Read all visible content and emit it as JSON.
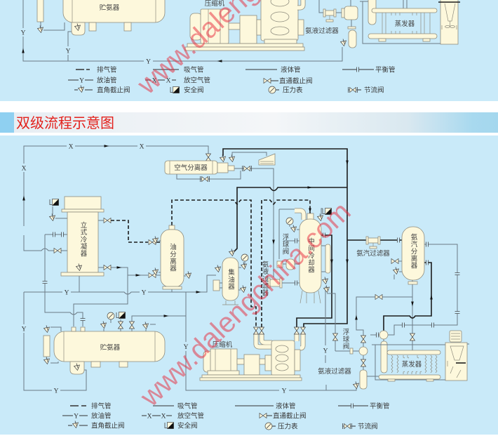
{
  "page": {
    "section_title": "双级流程示意图"
  },
  "top_diagram": {
    "labels": {
      "receiver": "贮氨器",
      "compressor": "压缩机",
      "liquid_filter": "氨液过滤器",
      "evaporator": "蒸发器"
    }
  },
  "bottom_diagram": {
    "labels": {
      "air_separator": "空气分离器",
      "vertical_condenser": "立式冷凝器",
      "oil_separator": "油分离器",
      "oil_collector": "集油器",
      "liquid_filter_vertical": "氨液过滤器",
      "intercooler": "中间冷却器",
      "float_valve_intercooler": "浮球阀",
      "vapor_filter": "氨汽过滤器",
      "vapor_separator": "氨汽分离器",
      "receiver": "贮氨器",
      "compressor": "压缩机",
      "float_valve_evaporator": "浮球阀",
      "liquid_filter": "氨液过滤器",
      "evaporator": "蒸发器"
    }
  },
  "pipe_marks": {
    "oil_drain": "Y",
    "air_purge": "X"
  },
  "legend": [
    {
      "icon": "discharge-pipe-icon",
      "label": "排气管"
    },
    {
      "icon": "oil-drain-pipe-icon",
      "label": "放油管"
    },
    {
      "icon": "angle-stop-valve-icon",
      "label": "直角截止阀"
    },
    {
      "icon": "suction-pipe-icon",
      "label": "吸气管"
    },
    {
      "icon": "air-purge-pipe-icon",
      "label": "放空气管"
    },
    {
      "icon": "safety-valve-icon",
      "label": "安全阀"
    },
    {
      "icon": "liquid-pipe-icon",
      "label": "液体管"
    },
    {
      "icon": "straight-stop-valve-icon",
      "label": "直通截止阀"
    },
    {
      "icon": "pressure-gauge-icon",
      "label": "压力表"
    },
    {
      "icon": "balance-pipe-icon",
      "label": "平衡管"
    },
    {
      "icon": "throttle-valve-icon",
      "label": "节流阀"
    }
  ],
  "watermark": "www.dalengchina.com",
  "colors": {
    "bg": "#c9eaf9",
    "eq": "#fdf8dc",
    "pipe": "#6b7a85",
    "dark": "#1c1c1c",
    "title": "#e3211c",
    "title_marker": "#8fd0f1",
    "wm": "#e8283a"
  }
}
